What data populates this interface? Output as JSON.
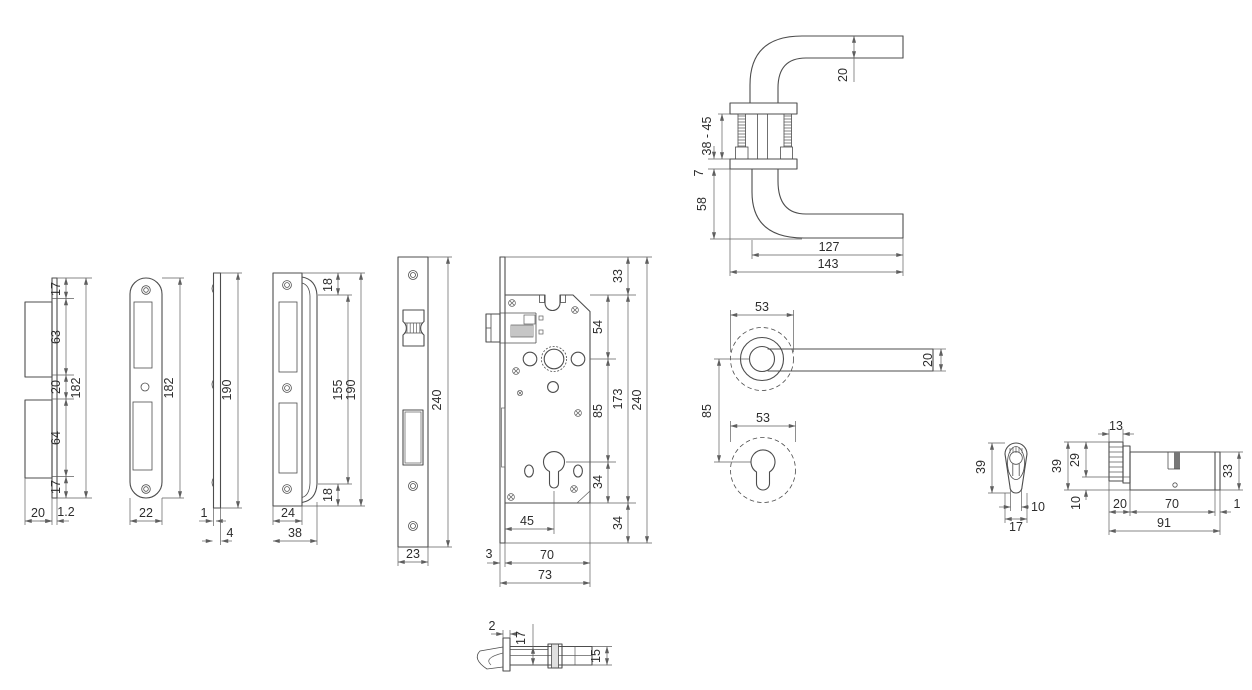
{
  "drawing": {
    "background": "#ffffff",
    "line_color": "#4d4d4d",
    "dim_line_color": "#5f5f5f",
    "text_color": "#2d2d2d",
    "figures": {
      "strike_box": {
        "seg_top": "17",
        "seg_upper": "63",
        "seg_mid": "20",
        "seg_lower": "64",
        "seg_bottom": "17",
        "total_height": "182",
        "box_depth": "20",
        "plate_thickness": "1.2"
      },
      "strike_plate": {
        "height": "182",
        "width": "22"
      },
      "strike_plate_edge": {
        "height": "190",
        "sheet_thickness": "1",
        "depth": "4"
      },
      "extended_strike_plate": {
        "top_offset": "18",
        "slot_span": "155",
        "height": "190",
        "bottom_offset": "18",
        "face_width": "24",
        "total_width": "38"
      },
      "faceplate": {
        "height": "240",
        "width": "23"
      },
      "lock_body": {
        "top_offset": "33",
        "follower_offset": "54",
        "centre_distance": "85",
        "case_height": "173",
        "faceplate_height": "240",
        "cylinder_offset": "34",
        "bottom_offset": "34",
        "backset": "45",
        "faceplate_thickness": "3",
        "case_depth": "70",
        "total_depth": "73"
      },
      "handle_side": {
        "lever_thickness": "20",
        "door_thickness_range": "38 - 45",
        "rose_thickness": "7",
        "projection": "58",
        "lever_length": "127",
        "total_length": "143"
      },
      "handle_front": {
        "rose_diameter": "53",
        "lever_width": "20",
        "centre_distance": "85",
        "escutcheon_diameter": "53"
      },
      "thumbturn_end": {
        "height": "39",
        "grip_width": "10",
        "width": "17"
      },
      "cylinder_side": {
        "grip_top_width": "13",
        "knob_height": "39",
        "upper_height": "29",
        "lower_height": "10",
        "knob_length": "20",
        "body_length": "70",
        "cam_offset": "1",
        "total_length": "91",
        "body_height": "33"
      },
      "latch_section": {
        "plate_thickness": "2",
        "latch_depth": "17",
        "case_height": "15"
      }
    }
  }
}
